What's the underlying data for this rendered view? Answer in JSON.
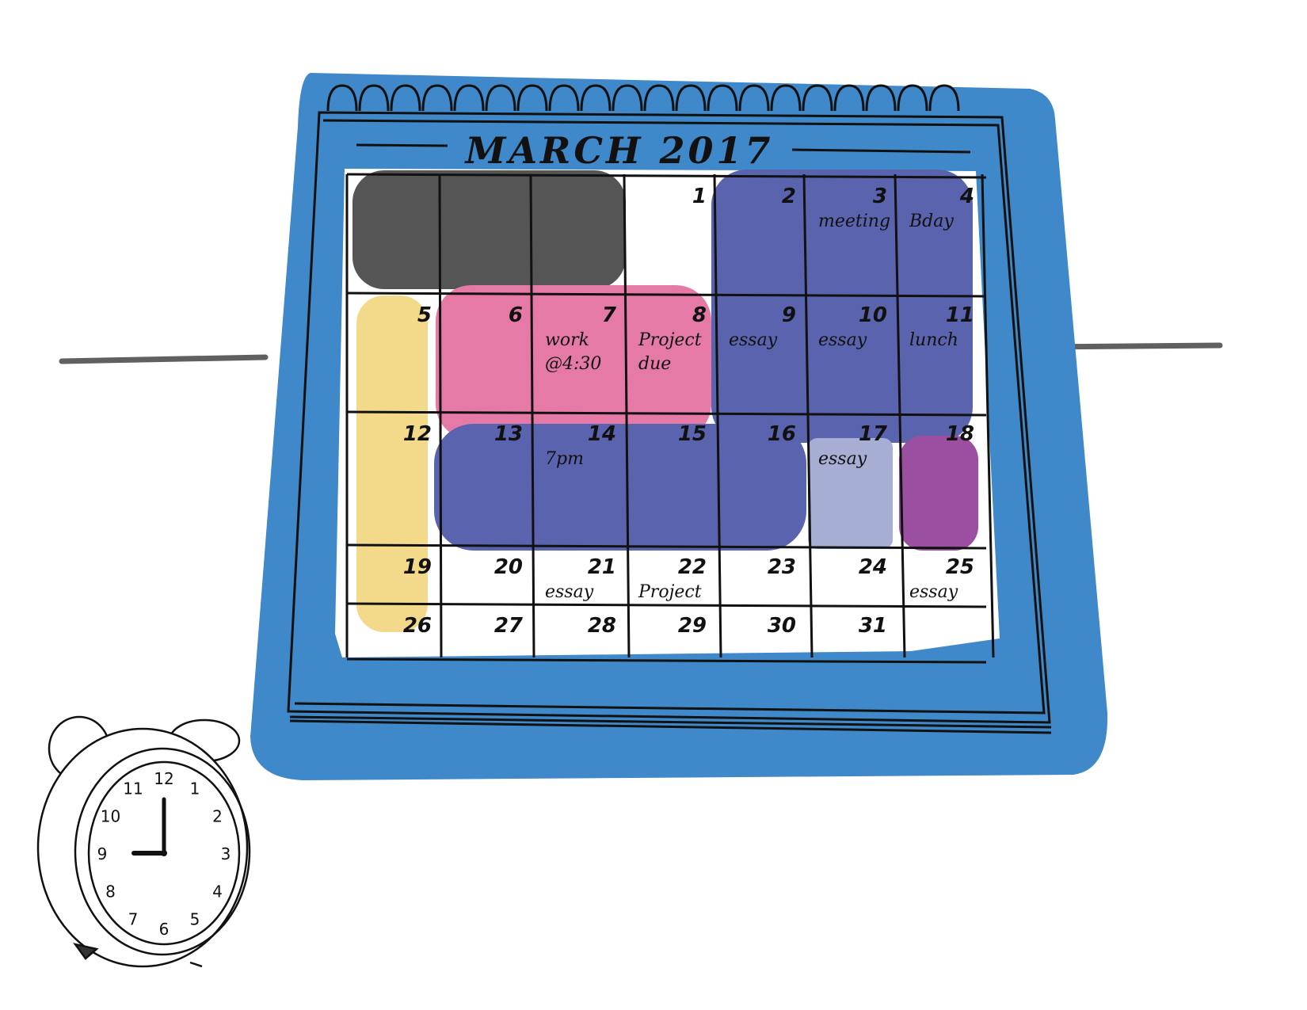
{
  "colors": {
    "background": "#ffffff",
    "frame_blue": "#3f88c9",
    "ink": "#111111",
    "dark_gray": "#555555",
    "indigo": "#5a63ad",
    "pink": "#e67aa6",
    "yellow": "#f3d98a",
    "lavender": "#a6aed3",
    "purple": "#9a4fa0"
  },
  "calendar": {
    "title": "MARCH 2017",
    "days": [
      {
        "day": "1",
        "notes": []
      },
      {
        "day": "2",
        "notes": []
      },
      {
        "day": "3",
        "notes": [
          "meeting"
        ]
      },
      {
        "day": "4",
        "notes": [
          "Bday"
        ]
      },
      {
        "day": "5",
        "notes": []
      },
      {
        "day": "6",
        "notes": []
      },
      {
        "day": "7",
        "notes": [
          "work",
          "@4:30"
        ]
      },
      {
        "day": "8",
        "notes": [
          "Project",
          "due"
        ]
      },
      {
        "day": "9",
        "notes": [
          "essay"
        ]
      },
      {
        "day": "10",
        "notes": [
          "essay"
        ]
      },
      {
        "day": "11",
        "notes": [
          "lunch"
        ]
      },
      {
        "day": "12",
        "notes": []
      },
      {
        "day": "13",
        "notes": []
      },
      {
        "day": "14",
        "notes": [
          "7pm"
        ]
      },
      {
        "day": "15",
        "notes": []
      },
      {
        "day": "16",
        "notes": []
      },
      {
        "day": "17",
        "notes": [
          "essay"
        ]
      },
      {
        "day": "18",
        "notes": []
      },
      {
        "day": "19",
        "notes": []
      },
      {
        "day": "20",
        "notes": []
      },
      {
        "day": "21",
        "notes": [
          "essay"
        ]
      },
      {
        "day": "22",
        "notes": [
          "Project"
        ]
      },
      {
        "day": "23",
        "notes": []
      },
      {
        "day": "24",
        "notes": []
      },
      {
        "day": "25",
        "notes": [
          "essay"
        ]
      },
      {
        "day": "26",
        "notes": []
      },
      {
        "day": "27",
        "notes": []
      },
      {
        "day": "28",
        "notes": []
      },
      {
        "day": "29",
        "notes": []
      },
      {
        "day": "30",
        "notes": []
      },
      {
        "day": "31",
        "notes": []
      }
    ]
  },
  "clock": {
    "numerals": [
      "12",
      "1",
      "2",
      "3",
      "4",
      "5",
      "6",
      "7",
      "8",
      "9",
      "10",
      "11"
    ],
    "hour": 9,
    "minute": 0
  }
}
